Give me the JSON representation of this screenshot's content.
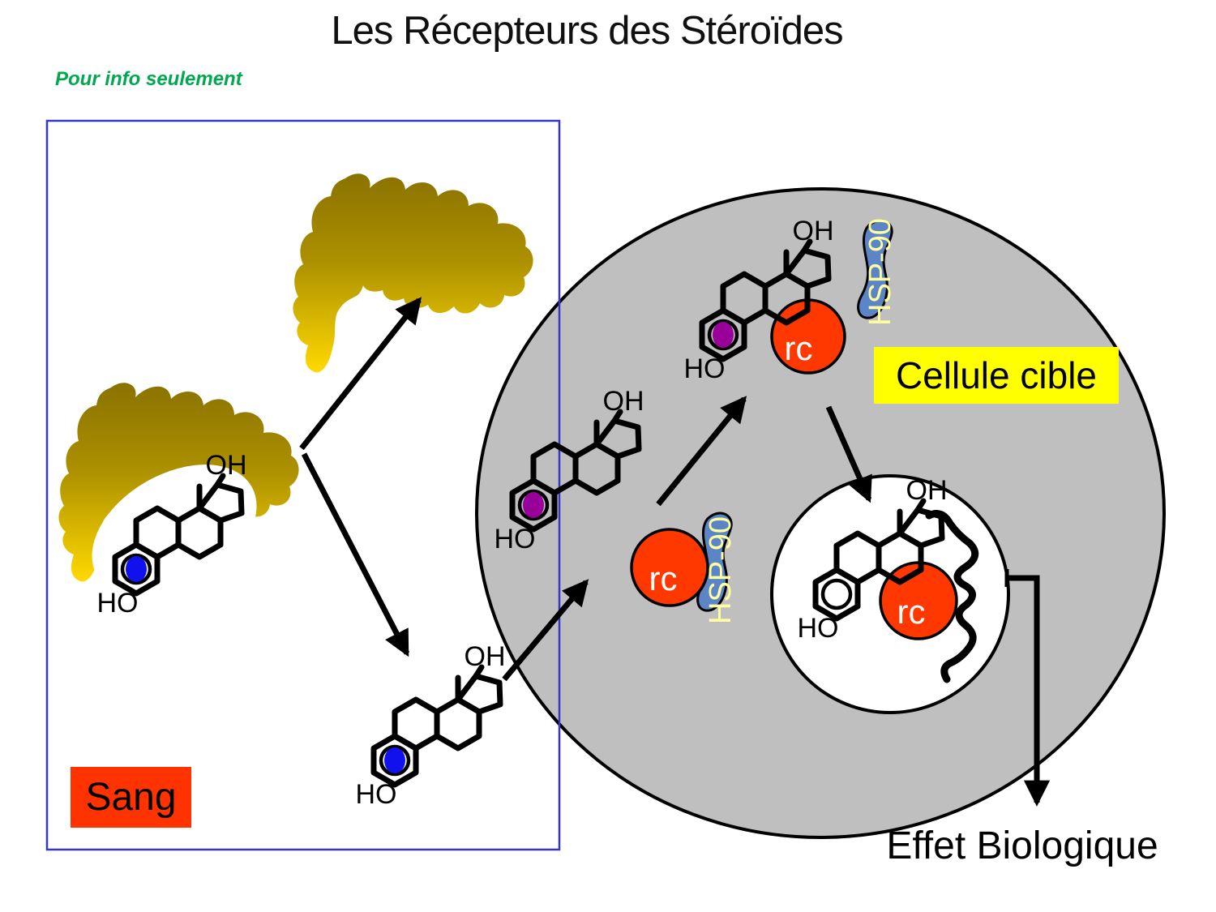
{
  "header": {
    "title": "Les Récepteurs des Stéroïdes",
    "note": "Pour info seulement"
  },
  "blood_panel": {
    "label": "Sang"
  },
  "cell": {
    "label": "Cellule cible"
  },
  "molecule": {
    "hydroxyl_top": "OH",
    "hydroxyl_bottom": "HO"
  },
  "receptor": {
    "label": "rc"
  },
  "chaperone": {
    "label": "HSP-90"
  },
  "outcome": {
    "label": "Effet Biologique"
  },
  "colors": {
    "cell_gray": "#BFBFBF",
    "nucleus_white": "#FFFFFF",
    "receptor_red": "#FF3800",
    "sang_red": "#FF3300",
    "hsp_blue": "#5B85C6",
    "hsp_text_yellow": "#FFFFA0",
    "label_yellow": "#FFFF00",
    "dot_blood_blue": "#1111EE",
    "dot_cell_purple": "#990099",
    "gold_dark": "#8A7200",
    "gold_light": "#FFD900",
    "box_border_blue": "#3636CC",
    "note_green": "#00A94F"
  }
}
